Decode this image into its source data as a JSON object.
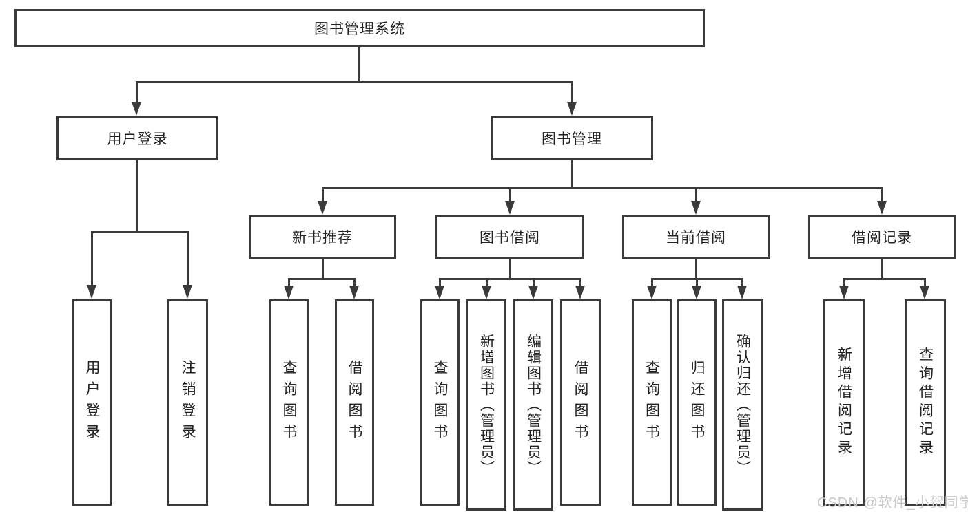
{
  "diagram": {
    "root": {
      "label": "图书管理系统"
    },
    "level2": [
      {
        "label": "用户登录"
      },
      {
        "label": "图书管理"
      }
    ],
    "level3": [
      {
        "label": "新书推荐"
      },
      {
        "label": "图书借阅"
      },
      {
        "label": "当前借阅"
      },
      {
        "label": "借阅记录"
      }
    ],
    "leaves": {
      "user": [
        "用户登录",
        "注销登录"
      ],
      "recommend": [
        "查询图书",
        "借阅图书"
      ],
      "borrow": [
        "查询图书",
        "新增图书（管理员）",
        "编辑图书（管理员）",
        "借阅图书"
      ],
      "current": [
        "查询图书",
        "归还图书",
        "确认归还（管理员）"
      ],
      "records": [
        "新增借阅记录",
        "查询借阅记录"
      ]
    }
  },
  "watermark": {
    "text": "CSDN @软件_小贺同学"
  },
  "colors": {
    "line": "#3a3a3a",
    "text": "#222222",
    "watermark": "#c9c9c9",
    "background": "#ffffff"
  }
}
